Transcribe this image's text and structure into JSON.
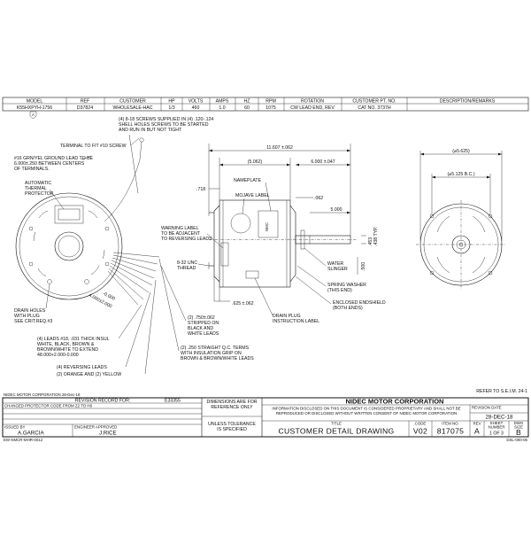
{
  "header_table": {
    "columns": [
      "MODEL",
      "REF",
      "CUSTOMER",
      "HP",
      "VOLTS",
      "AMPS",
      "HZ",
      "RPM",
      "ROTATION",
      "CUSTOMER PT. NO.",
      "DESCRIPTION/REMARKS"
    ],
    "row": [
      "K55HXPYH-1756",
      "D37824",
      "WHOLESALE-HAC",
      "1/3",
      "460",
      "1.0",
      "60",
      "1075",
      "CW LEAD END, REV",
      "CAT NO. 3737H",
      ""
    ],
    "rev_badge": "A"
  },
  "annotations": {
    "screws": [
      "(4) 8-18 SCREWS SUPPLIED IN (4) .120-.124",
      "SHELL HOLES SCREWS TO BE STARTED",
      "AND RUN IN BUT NOT TIGHT"
    ],
    "terminal": "TERMINAL TO FIT #10 SCREW",
    "ground": [
      "#16 GRN/YEL GROUND LEAD TO BE",
      "6.000±.250 BETWEEN CENTERS",
      "OF TERMINALS."
    ],
    "protector": [
      "AUTOMATIC",
      "THERMAL",
      "PROTECTOR"
    ],
    "drain": [
      "DRAIN  HOLES",
      "WITH PLUG",
      "SEE CRIT.REQ.#3"
    ],
    "leads": [
      "(4) LEADS #18, .031 THICK INSUL",
      "WHITE, BLACK, BROWN &",
      "BROWN/WHITE TO EXTEND",
      "48.000+2.000-0.000"
    ],
    "reversing": "(4) REVERSING LEADS",
    "orange": "(2) ORANGE AND (2) YELLOW",
    "qc": [
      "(2) .250 STRAIGHT Q.C. TERMS",
      "WITH INSULATION GRIP ON",
      "BROWN & BROWN/WHITE LEADS"
    ],
    "stripped": [
      "(2) .750±.062",
      "STRIPPED ON",
      "BLACK AND",
      "WHITE LEADS"
    ],
    "warning": [
      "WARNING LABEL",
      "TO BE ADJACENT",
      "TO REVERSING LEADS"
    ],
    "nameplate": "NAMEPLATE",
    "mojave": "MOJAVE LABEL",
    "unc": [
      "8-32 UNC",
      "THREAD"
    ],
    "drain_plug": [
      "DRAIN PLUG",
      "INSTRUCTION LABEL"
    ],
    "water": [
      "WATER",
      "SLINGER"
    ],
    "spring": [
      "SPRING WASHER",
      "(THIS END)"
    ],
    "endshield": [
      "ENCLOSED ENDSHIELD",
      "(BOTH ENDS)"
    ],
    "dim_overall": "11.607 ±.062",
    "dim_body": "(5.062)",
    "dim_shaft": "6.000 ±.047",
    "dim_5000": "5.000",
    "dim_718": ".718",
    "dim_062": ".062",
    "dim_625": ".625 ±.062",
    "dim_453": ".453",
    "dim_438": ".438 TYP.",
    "dim_500": ".500",
    "dim_dia": "(⌀5.625)",
    "dim_bc": "(⌀5.125 B.C.)",
    "dim_4000": "4.000±2.000",
    "dim_4000b": "-0.000"
  },
  "title_block": {
    "corp_date": "NIDEC MOTOR CORPORATION 28-Dec-18",
    "refer": "REFER TO S.E.I.M. 24-1",
    "revision_record_label": "REVISION RECORD FOR:",
    "revision_record_no": "E33355",
    "change_desc": "CHANGED PROTECTOR CODE FROM Z2 TO H6",
    "issued_by_label": "ISSUED BY",
    "issued_by": "A.GARCIA",
    "engineer_label": "ENGINEER APPROVED",
    "engineer": "J.RICE",
    "dims_note": [
      "DIMENSIONS ARE FOR",
      "REFERENCE ONLY"
    ],
    "tolerance_note": [
      "UNLESS TOLERANCE",
      "IS SPECIFIED"
    ],
    "corp_name": "NIDEC MOTOR CORPORATION",
    "proprietary": [
      "INFORMATION DISCLOSED ON THIS DOCUMENT IS CONSIDERED PROPRIETARY AND SHALL NOT BE",
      "REPRODUCED OR DISCLOSED WITHOUT WRITTEN CONSENT OF NIDEC MOTOR CORPORATION"
    ],
    "revision_date_label": "REVISION DATE",
    "revision_date": "28-DEC-18",
    "title_label": "TITLE",
    "title": "CUSTOMER  DETAIL  DRAWING",
    "code_label": "CODE",
    "code": "V02",
    "item_label": "ITEM NO.",
    "item": "817075",
    "rev_label": "REV",
    "rev": "A",
    "sheet_label": [
      "SHEET",
      "NUMBER"
    ],
    "sheet": "1  OF  3",
    "dwg_label": [
      "DWG",
      "SIZE"
    ],
    "dwg": "B",
    "form_no": "EW  NMCR-MHR-0012",
    "form_code": "DSL-000-06"
  }
}
